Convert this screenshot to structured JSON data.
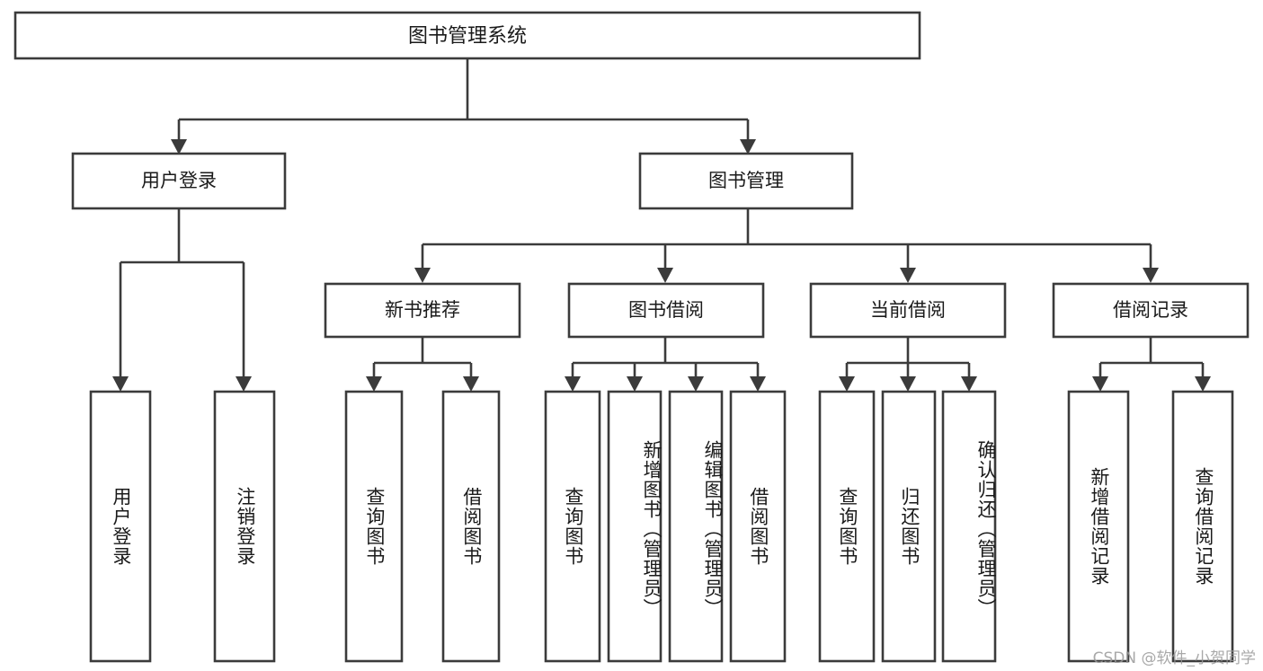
{
  "diagram": {
    "title": "图书管理系统",
    "type": "功能结构图",
    "root": {
      "id": "root",
      "label": "图书管理系统"
    },
    "level2": [
      {
        "id": "user-login",
        "label": "用户登录"
      },
      {
        "id": "book-manage",
        "label": "图书管理"
      }
    ],
    "level3": [
      {
        "id": "new-book-recommend",
        "label": "新书推荐",
        "parent": "book-manage"
      },
      {
        "id": "book-borrow",
        "label": "图书借阅",
        "parent": "book-manage"
      },
      {
        "id": "current-borrow",
        "label": "当前借阅",
        "parent": "book-manage"
      },
      {
        "id": "borrow-record",
        "label": "借阅记录",
        "parent": "book-manage"
      }
    ],
    "leaves": [
      {
        "id": "leaf-user-login",
        "label": "用户登录",
        "parent": "user-login"
      },
      {
        "id": "leaf-logout",
        "label": "注销登录",
        "parent": "user-login"
      },
      {
        "id": "leaf-query-book-1",
        "label": "查询图书",
        "parent": "new-book-recommend"
      },
      {
        "id": "leaf-borrow-book-1",
        "label": "借阅图书",
        "parent": "new-book-recommend"
      },
      {
        "id": "leaf-query-book-2",
        "label": "查询图书",
        "parent": "book-borrow"
      },
      {
        "id": "leaf-add-book",
        "label": "新增图书（管理员）",
        "parent": "book-borrow"
      },
      {
        "id": "leaf-edit-book",
        "label": "编辑图书（管理员）",
        "parent": "book-borrow"
      },
      {
        "id": "leaf-borrow-book-2",
        "label": "借阅图书",
        "parent": "book-borrow"
      },
      {
        "id": "leaf-query-book-3",
        "label": "查询图书",
        "parent": "current-borrow"
      },
      {
        "id": "leaf-return-book",
        "label": "归还图书",
        "parent": "current-borrow"
      },
      {
        "id": "leaf-confirm-return",
        "label": "确认归还（管理员）",
        "parent": "current-borrow"
      },
      {
        "id": "leaf-add-record",
        "label": "新增借阅记录",
        "parent": "borrow-record"
      },
      {
        "id": "leaf-query-record",
        "label": "查询借阅记录",
        "parent": "borrow-record"
      }
    ]
  },
  "watermark": {
    "text": "CSDN @软件_小贺同学"
  },
  "colors": {
    "box_border": "#3b3b3b",
    "box_fill": "#ffffff",
    "text": "#1a1a1a",
    "canvas": "#ffffff",
    "watermark": "#9a9a9a"
  }
}
